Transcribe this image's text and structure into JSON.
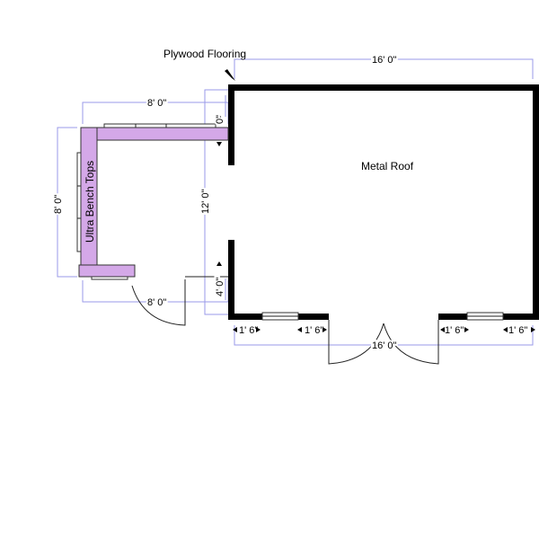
{
  "labels": {
    "flooring": "Plywood Flooring",
    "roof": "Metal Roof",
    "bench": "Ultra Bench Tops"
  },
  "dimensions": {
    "room_top": "16' 0\"",
    "room_bottom": "16' 0\"",
    "room_left": "12' 0\"",
    "bench_top": "8' 0\"",
    "bench_left": "8' 0\"",
    "bench_bottom": "8' 0\"",
    "upper_opening": "0\"",
    "lower_opening": "4' 0\"",
    "seg1": "1' 6\"",
    "seg2": "1' 6\"",
    "seg3": "1' 6\"",
    "seg4": "1' 6\""
  }
}
